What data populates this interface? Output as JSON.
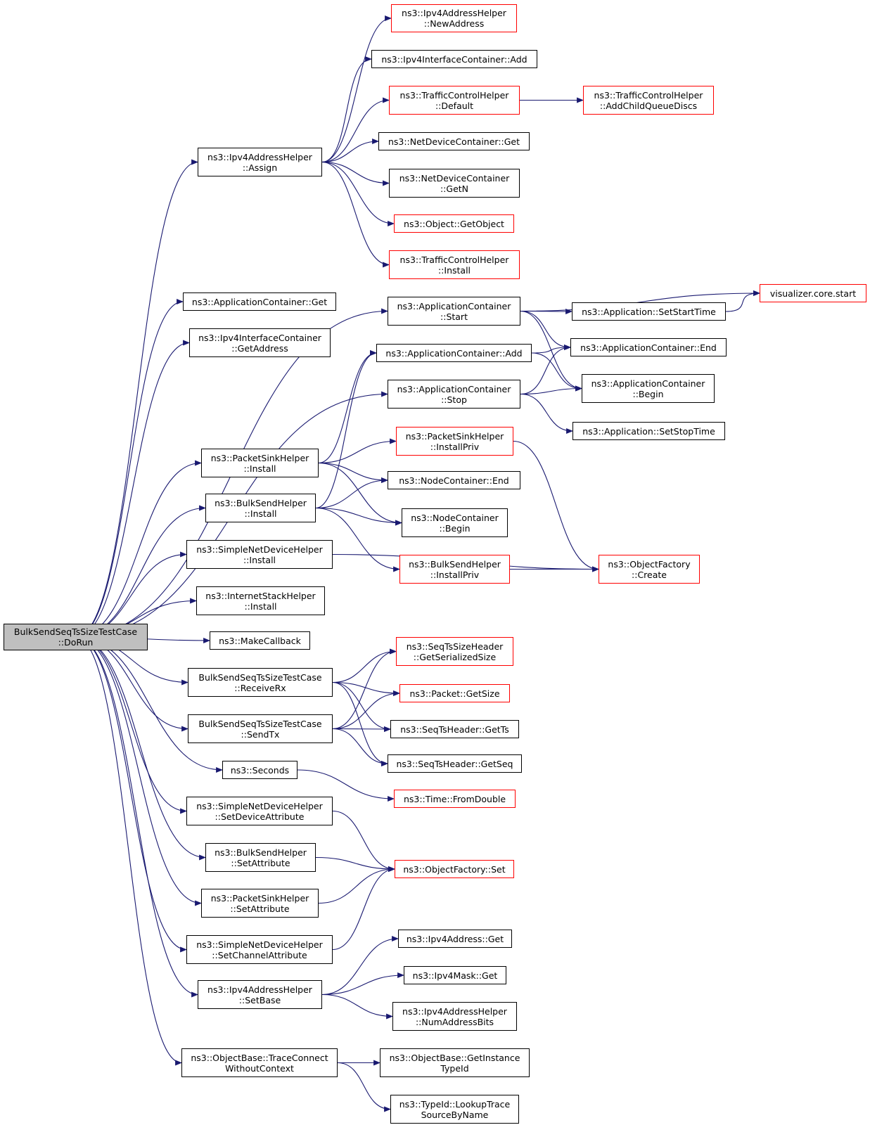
{
  "colors": {
    "edge": "#191970",
    "node_border": "#000000",
    "truncated_border": "#ff0000",
    "root_fill": "#bfbfbf"
  },
  "nodes": {
    "root": {
      "lines": [
        "BulkSendSeqTsSizeTestCase",
        "::DoRun"
      ],
      "truncated": false
    },
    "ipv4_assign": {
      "lines": [
        "ns3::Ipv4AddressHelper",
        "::Assign"
      ],
      "truncated": false
    },
    "new_address": {
      "lines": [
        "ns3::Ipv4AddressHelper",
        "::NewAddress"
      ],
      "truncated": true
    },
    "ipv4if_add": {
      "lines": [
        "ns3::Ipv4InterfaceContainer::Add"
      ],
      "truncated": false
    },
    "tc_default": {
      "lines": [
        "ns3::TrafficControlHelper",
        "::Default"
      ],
      "truncated": true
    },
    "tc_addchild": {
      "lines": [
        "ns3::TrafficControlHelper",
        "::AddChildQueueDiscs"
      ],
      "truncated": true
    },
    "ndc_get": {
      "lines": [
        "ns3::NetDeviceContainer::Get"
      ],
      "truncated": false
    },
    "ndc_getn": {
      "lines": [
        "ns3::NetDeviceContainer",
        "::GetN"
      ],
      "truncated": false
    },
    "obj_getobject": {
      "lines": [
        "ns3::Object::GetObject"
      ],
      "truncated": true
    },
    "tc_install": {
      "lines": [
        "ns3::TrafficControlHelper",
        "::Install"
      ],
      "truncated": true
    },
    "appc_get": {
      "lines": [
        "ns3::ApplicationContainer::Get"
      ],
      "truncated": false
    },
    "ipv4if_getaddress": {
      "lines": [
        "ns3::Ipv4InterfaceContainer",
        "::GetAddress"
      ],
      "truncated": false
    },
    "appc_start": {
      "lines": [
        "ns3::ApplicationContainer",
        "::Start"
      ],
      "truncated": false
    },
    "vis_start": {
      "lines": [
        "visualizer.core.start"
      ],
      "truncated": true
    },
    "app_setstarttime": {
      "lines": [
        "ns3::Application::SetStartTime"
      ],
      "truncated": false
    },
    "appc_add": {
      "lines": [
        "ns3::ApplicationContainer::Add"
      ],
      "truncated": false
    },
    "appc_end": {
      "lines": [
        "ns3::ApplicationContainer::End"
      ],
      "truncated": false
    },
    "appc_begin": {
      "lines": [
        "ns3::ApplicationContainer",
        "::Begin"
      ],
      "truncated": false
    },
    "appc_stop": {
      "lines": [
        "ns3::ApplicationContainer",
        "::Stop"
      ],
      "truncated": false
    },
    "app_setstoptime": {
      "lines": [
        "ns3::Application::SetStopTime"
      ],
      "truncated": false
    },
    "psh_install": {
      "lines": [
        "ns3::PacketSinkHelper",
        "::Install"
      ],
      "truncated": false
    },
    "psh_installpriv": {
      "lines": [
        "ns3::PacketSinkHelper",
        "::InstallPriv"
      ],
      "truncated": true
    },
    "nc_end": {
      "lines": [
        "ns3::NodeContainer::End"
      ],
      "truncated": false
    },
    "bsh_install": {
      "lines": [
        "ns3::BulkSendHelper",
        "::Install"
      ],
      "truncated": false
    },
    "nc_begin": {
      "lines": [
        "ns3::NodeContainer",
        "::Begin"
      ],
      "truncated": false
    },
    "snd_install": {
      "lines": [
        "ns3::SimpleNetDeviceHelper",
        "::Install"
      ],
      "truncated": false
    },
    "bsh_installpriv": {
      "lines": [
        "ns3::BulkSendHelper",
        "::InstallPriv"
      ],
      "truncated": true
    },
    "of_create": {
      "lines": [
        "ns3::ObjectFactory",
        "::Create"
      ],
      "truncated": true
    },
    "ish_install": {
      "lines": [
        "ns3::InternetStackHelper",
        "::Install"
      ],
      "truncated": false
    },
    "make_callback": {
      "lines": [
        "ns3::MakeCallback"
      ],
      "truncated": false
    },
    "receive_rx": {
      "lines": [
        "BulkSendSeqTsSizeTestCase",
        "::ReceiveRx"
      ],
      "truncated": false
    },
    "seqts_getsersize": {
      "lines": [
        "ns3::SeqTsSizeHeader",
        "::GetSerializedSize"
      ],
      "truncated": true
    },
    "packet_getsize": {
      "lines": [
        "ns3::Packet::GetSize"
      ],
      "truncated": true
    },
    "send_tx": {
      "lines": [
        "BulkSendSeqTsSizeTestCase",
        "::SendTx"
      ],
      "truncated": false
    },
    "seqts_getts": {
      "lines": [
        "ns3::SeqTsHeader::GetTs"
      ],
      "truncated": false
    },
    "seqts_getseq": {
      "lines": [
        "ns3::SeqTsHeader::GetSeq"
      ],
      "truncated": false
    },
    "seconds": {
      "lines": [
        "ns3::Seconds"
      ],
      "truncated": false
    },
    "time_fromdouble": {
      "lines": [
        "ns3::Time::FromDouble"
      ],
      "truncated": true
    },
    "snd_setdevattr": {
      "lines": [
        "ns3::SimpleNetDeviceHelper",
        "::SetDeviceAttribute"
      ],
      "truncated": false
    },
    "bsh_setattr": {
      "lines": [
        "ns3::BulkSendHelper",
        "::SetAttribute"
      ],
      "truncated": false
    },
    "of_set": {
      "lines": [
        "ns3::ObjectFactory::Set"
      ],
      "truncated": true
    },
    "psh_setattr": {
      "lines": [
        "ns3::PacketSinkHelper",
        "::SetAttribute"
      ],
      "truncated": false
    },
    "snd_setchanattr": {
      "lines": [
        "ns3::SimpleNetDeviceHelper",
        "::SetChannelAttribute"
      ],
      "truncated": false
    },
    "ipv4addr_get": {
      "lines": [
        "ns3::Ipv4Address::Get"
      ],
      "truncated": false
    },
    "ipv4_setbase": {
      "lines": [
        "ns3::Ipv4AddressHelper",
        "::SetBase"
      ],
      "truncated": false
    },
    "ipv4mask_get": {
      "lines": [
        "ns3::Ipv4Mask::Get"
      ],
      "truncated": false
    },
    "ipv4_numaddrbits": {
      "lines": [
        "ns3::Ipv4AddressHelper",
        "::NumAddressBits"
      ],
      "truncated": false
    },
    "trace_connect": {
      "lines": [
        "ns3::ObjectBase::TraceConnect",
        "WithoutContext"
      ],
      "truncated": false
    },
    "ob_getinsttypeid": {
      "lines": [
        "ns3::ObjectBase::GetInstance",
        "TypeId"
      ],
      "truncated": false
    },
    "typeid_lookup": {
      "lines": [
        "ns3::TypeId::LookupTrace",
        "SourceByName"
      ],
      "truncated": false
    }
  },
  "edges": [
    [
      "root",
      "ipv4_assign"
    ],
    [
      "ipv4_assign",
      "new_address"
    ],
    [
      "ipv4_assign",
      "ipv4if_add"
    ],
    [
      "ipv4_assign",
      "tc_default"
    ],
    [
      "tc_default",
      "tc_addchild"
    ],
    [
      "ipv4_assign",
      "ndc_get"
    ],
    [
      "ipv4_assign",
      "ndc_getn"
    ],
    [
      "ipv4_assign",
      "obj_getobject"
    ],
    [
      "ipv4_assign",
      "tc_install"
    ],
    [
      "root",
      "appc_get"
    ],
    [
      "root",
      "ipv4if_getaddress"
    ],
    [
      "root",
      "appc_start"
    ],
    [
      "appc_start",
      "vis_start"
    ],
    [
      "appc_start",
      "app_setstarttime"
    ],
    [
      "app_setstarttime",
      "vis_start"
    ],
    [
      "appc_start",
      "appc_end"
    ],
    [
      "appc_start",
      "appc_begin"
    ],
    [
      "appc_add",
      "appc_end"
    ],
    [
      "appc_add",
      "appc_begin"
    ],
    [
      "root",
      "appc_stop"
    ],
    [
      "appc_stop",
      "appc_end"
    ],
    [
      "appc_stop",
      "appc_begin"
    ],
    [
      "appc_stop",
      "app_setstoptime"
    ],
    [
      "root",
      "psh_install"
    ],
    [
      "psh_install",
      "appc_add"
    ],
    [
      "psh_install",
      "psh_installpriv"
    ],
    [
      "psh_install",
      "nc_end"
    ],
    [
      "psh_install",
      "nc_begin"
    ],
    [
      "root",
      "bsh_install"
    ],
    [
      "bsh_install",
      "appc_add"
    ],
    [
      "bsh_install",
      "nc_end"
    ],
    [
      "bsh_install",
      "nc_begin"
    ],
    [
      "bsh_install",
      "bsh_installpriv"
    ],
    [
      "psh_installpriv",
      "of_create"
    ],
    [
      "bsh_installpriv",
      "of_create"
    ],
    [
      "root",
      "snd_install"
    ],
    [
      "snd_install",
      "of_create"
    ],
    [
      "root",
      "ish_install"
    ],
    [
      "root",
      "make_callback"
    ],
    [
      "root",
      "receive_rx"
    ],
    [
      "receive_rx",
      "seqts_getsersize"
    ],
    [
      "receive_rx",
      "packet_getsize"
    ],
    [
      "receive_rx",
      "seqts_getts"
    ],
    [
      "receive_rx",
      "seqts_getseq"
    ],
    [
      "root",
      "send_tx"
    ],
    [
      "send_tx",
      "seqts_getsersize"
    ],
    [
      "send_tx",
      "packet_getsize"
    ],
    [
      "send_tx",
      "seqts_getts"
    ],
    [
      "send_tx",
      "seqts_getseq"
    ],
    [
      "root",
      "seconds"
    ],
    [
      "seconds",
      "time_fromdouble"
    ],
    [
      "root",
      "snd_setdevattr"
    ],
    [
      "snd_setdevattr",
      "of_set"
    ],
    [
      "root",
      "bsh_setattr"
    ],
    [
      "bsh_setattr",
      "of_set"
    ],
    [
      "root",
      "psh_setattr"
    ],
    [
      "psh_setattr",
      "of_set"
    ],
    [
      "root",
      "snd_setchanattr"
    ],
    [
      "snd_setchanattr",
      "of_set"
    ],
    [
      "root",
      "ipv4_setbase"
    ],
    [
      "ipv4_setbase",
      "ipv4addr_get"
    ],
    [
      "ipv4_setbase",
      "ipv4mask_get"
    ],
    [
      "ipv4_setbase",
      "ipv4_numaddrbits"
    ],
    [
      "root",
      "trace_connect"
    ],
    [
      "trace_connect",
      "ob_getinsttypeid"
    ],
    [
      "trace_connect",
      "typeid_lookup"
    ]
  ]
}
